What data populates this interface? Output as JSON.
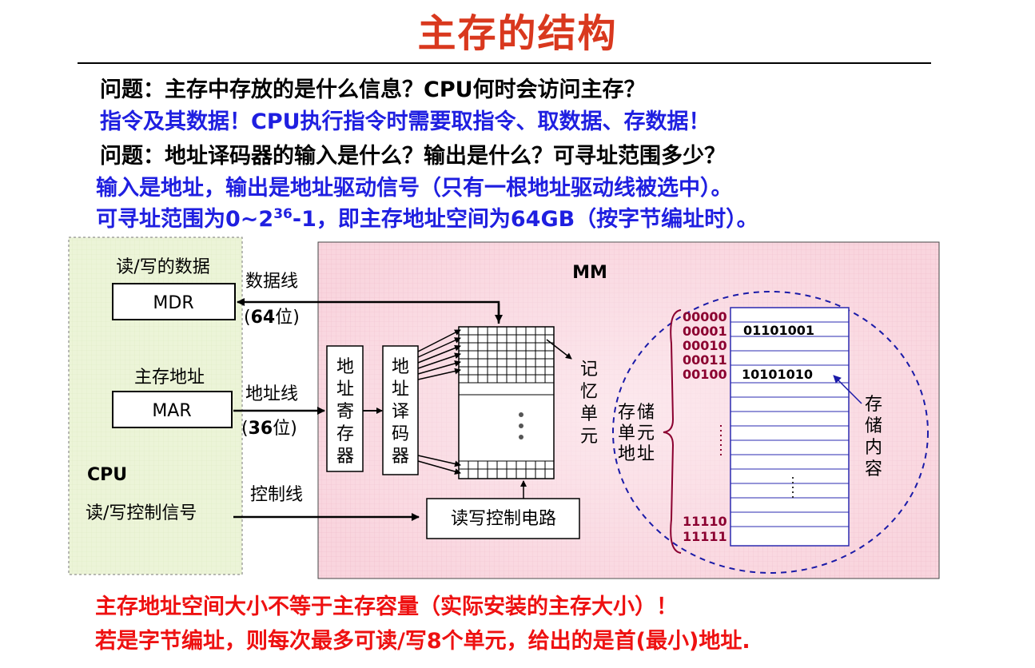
{
  "title": "主存的结构",
  "qa": {
    "q1": "问题：主存中存放的是什么信息？CPU何时会访问主存？",
    "a1": "指令及其数据！CPU执行指令时需要取指令、取数据、存数据！",
    "q2": "问题：地址译码器的输入是什么？输出是什么？可寻址范围多少？",
    "a2": "输入是地址，输出是地址驱动信号（只有一根地址驱动线被选中）。",
    "a3_prefix": "可寻址范围为0~2",
    "a3_sup": "36",
    "a3_suffix": "-1，即主存地址空间为64GB（按字节编址时）。"
  },
  "diagram": {
    "cpu": {
      "data_rw_label": "读/写的数据",
      "mdr": "MDR",
      "addr_label": "主存地址",
      "mar": "MAR",
      "cpu_label": "CPU",
      "control_label": "读/写控制信号"
    },
    "buses": {
      "data_line": "数据线",
      "data_width_num": "64",
      "data_width_unit": "位",
      "addr_line": "地址线",
      "addr_width_num": "36",
      "addr_width_unit": "位",
      "control_line": "控制线"
    },
    "mm": {
      "label": "MM",
      "address_register": [
        "地",
        "址",
        "寄",
        "存",
        "器"
      ],
      "address_decoder": [
        "地",
        "址",
        "译",
        "码",
        "器"
      ],
      "memory_unit": [
        "记",
        "忆",
        "单",
        "元"
      ],
      "rw_control_circuit": "读写控制电路",
      "cell_address_label": [
        "存",
        "储",
        "单",
        "元",
        "地",
        "址"
      ],
      "content_label": [
        "存",
        "储",
        "内",
        "容"
      ],
      "addresses": [
        "00000",
        "00001",
        "00010",
        "00011",
        "00100",
        "11110",
        "11111"
      ],
      "contents": [
        "01101001",
        "10101010"
      ]
    }
  },
  "notes": {
    "line1": "主存地址空间大小不等于主存容量（实际安装的主存大小）！",
    "line2": "若是字节编址，则每次最多可读/写8个单元，给出的是首(最小)地址."
  },
  "colors": {
    "title": "#d9381e",
    "answer": "#1f1fe0",
    "note": "#ee1111",
    "address_text": "#8b0030",
    "circle": "#1a1aa8",
    "table_border": "#2a2ab0"
  }
}
